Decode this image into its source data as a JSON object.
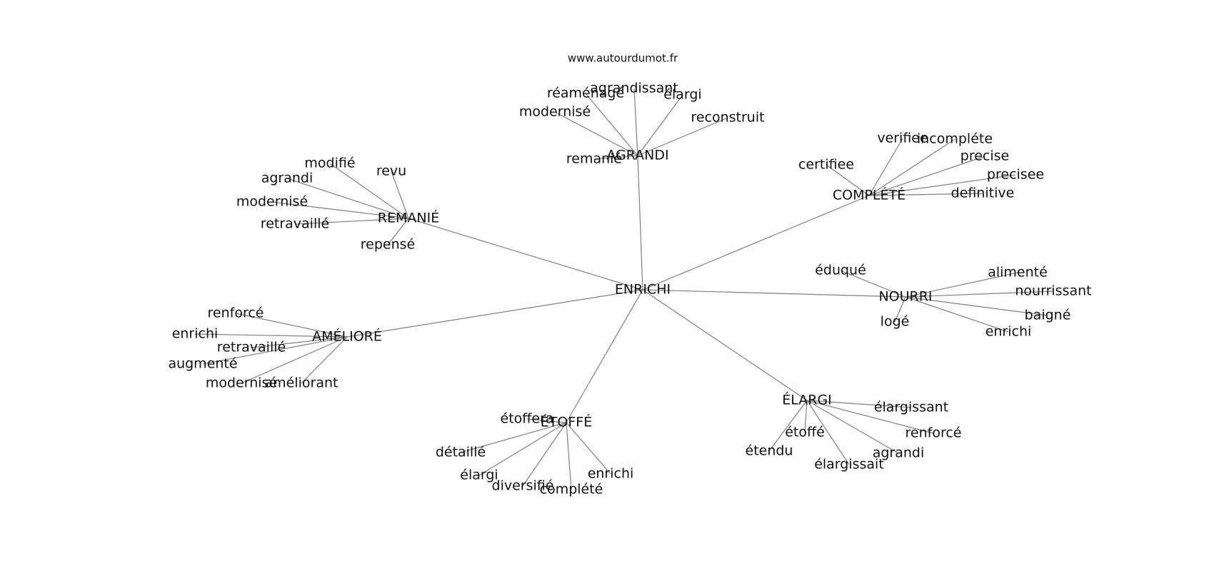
{
  "source": "www.autourdumot.fr",
  "colors": {
    "edge": "#808080",
    "text": "#111111",
    "background": "#ffffff"
  },
  "center": "ENRICHI",
  "clusters": [
    {
      "hub": "AGRANDI",
      "leaves": [
        "réaménagé",
        "agrandissant",
        "élargi",
        "modernisé",
        "reconstruit",
        "remanié"
      ]
    },
    {
      "hub": "COMPLÉTÉ",
      "leaves": [
        "verifiee",
        "incompléte",
        "certifiee",
        "precise",
        "precisee",
        "definitive"
      ]
    },
    {
      "hub": "REMANIÉ",
      "leaves": [
        "modifié",
        "revu",
        "agrandi",
        "modernisé",
        "retravaillé",
        "repensé"
      ]
    },
    {
      "hub": "NOURRI",
      "leaves": [
        "éduqué",
        "alimenté",
        "nourrissant",
        "baigné",
        "logé",
        "enrichi"
      ]
    },
    {
      "hub": "AMÉLIORÉ",
      "leaves": [
        "renforcé",
        "enrichi",
        "retravaillé",
        "augmenté",
        "modernisé",
        "améliorant"
      ]
    },
    {
      "hub": "ÉLARGI",
      "leaves": [
        "élargissant",
        "étoffé",
        "renforcé",
        "étendu",
        "agrandi",
        "élargissait"
      ]
    },
    {
      "hub": "ÉTOFFÉ",
      "leaves": [
        "étoffera",
        "détaillé",
        "élargi",
        "diversifié",
        "complété",
        "enrichi"
      ]
    }
  ]
}
